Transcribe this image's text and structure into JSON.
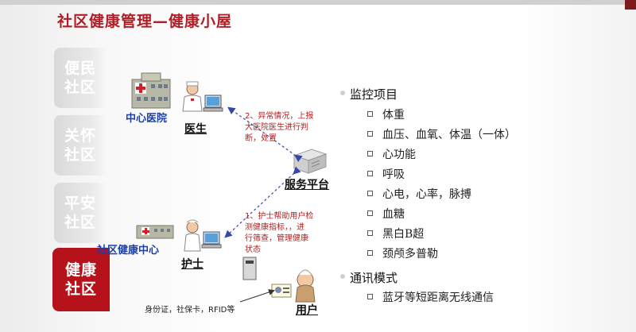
{
  "title": "社区健康管理—健康小屋",
  "tabs": [
    {
      "label": "便民社区",
      "active": false
    },
    {
      "label": "关怀社区",
      "active": false
    },
    {
      "label": "平安社区",
      "active": false
    },
    {
      "label": "健康社区",
      "active": true
    }
  ],
  "diagram": {
    "center_hospital": "中心医院",
    "doctor": "医生",
    "platform": "服务平台",
    "community_center": "社区健康中心",
    "nurse": "护士",
    "user": "用户",
    "id_cards": "身份证，社保卡，RFID等",
    "note_top": [
      "2、异常情况，上报",
      "大医院医生进行判",
      "断，处置"
    ],
    "note_bottom": [
      "1、护士帮助用户检",
      "测健康指标，，进",
      "行筛查，管理健康",
      "状态"
    ]
  },
  "monitor": {
    "heading": "监控项目",
    "items": [
      "体重",
      "血压、血氧、体温（一体）",
      "心功能",
      "呼吸",
      "心电，心率，脉搏",
      "血糖",
      "黑白B超",
      "颈颅多普勒"
    ]
  },
  "comm": {
    "heading": "通讯模式",
    "items": [
      "蓝牙等短距离无线通信"
    ]
  },
  "colors": {
    "accent": "#b5121b",
    "title": "#b11d24",
    "center_label": "#1d3fa8"
  }
}
